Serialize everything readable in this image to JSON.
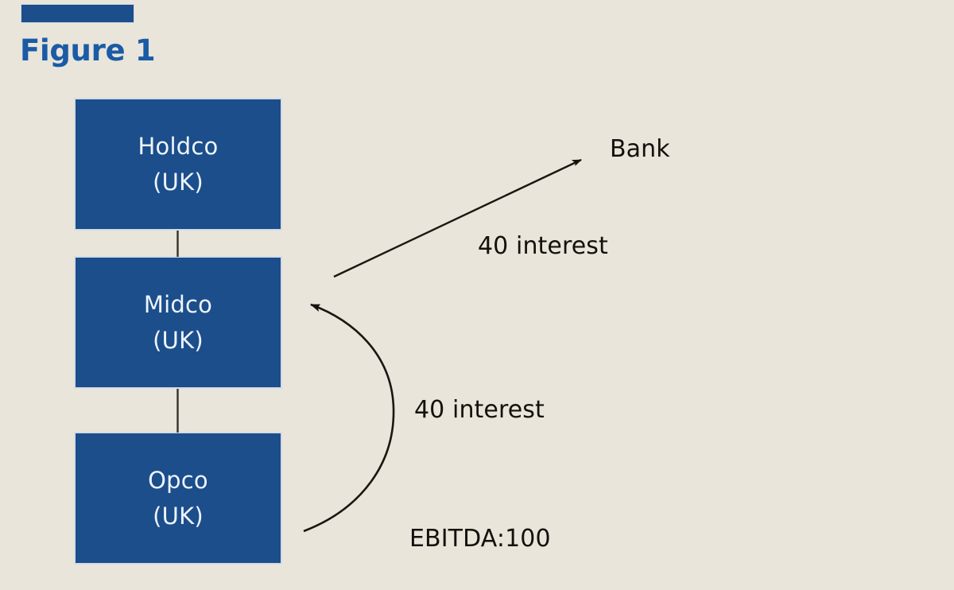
{
  "figure": {
    "title": "Figure 1",
    "accent_color": "#1b4e8b",
    "title_color": "#1a5ba6",
    "background_color": "#e9e5da",
    "text_color": "#14110d"
  },
  "entities": [
    {
      "id": "holdco",
      "name": "Holdco",
      "jurisdiction": "(UK)"
    },
    {
      "id": "midco",
      "name": "Midco",
      "jurisdiction": "(UK)"
    },
    {
      "id": "opco",
      "name": "Opco",
      "jurisdiction": "(UK)"
    }
  ],
  "external": {
    "bank": "Bank"
  },
  "flows": [
    {
      "id": "midco-to-bank",
      "label": "40 interest",
      "from": "Midco",
      "to": "Bank"
    },
    {
      "id": "opco-to-midco",
      "label": "40 interest",
      "from": "Opco",
      "to": "Midco"
    }
  ],
  "metrics": {
    "ebitda": "EBITDA:100"
  }
}
